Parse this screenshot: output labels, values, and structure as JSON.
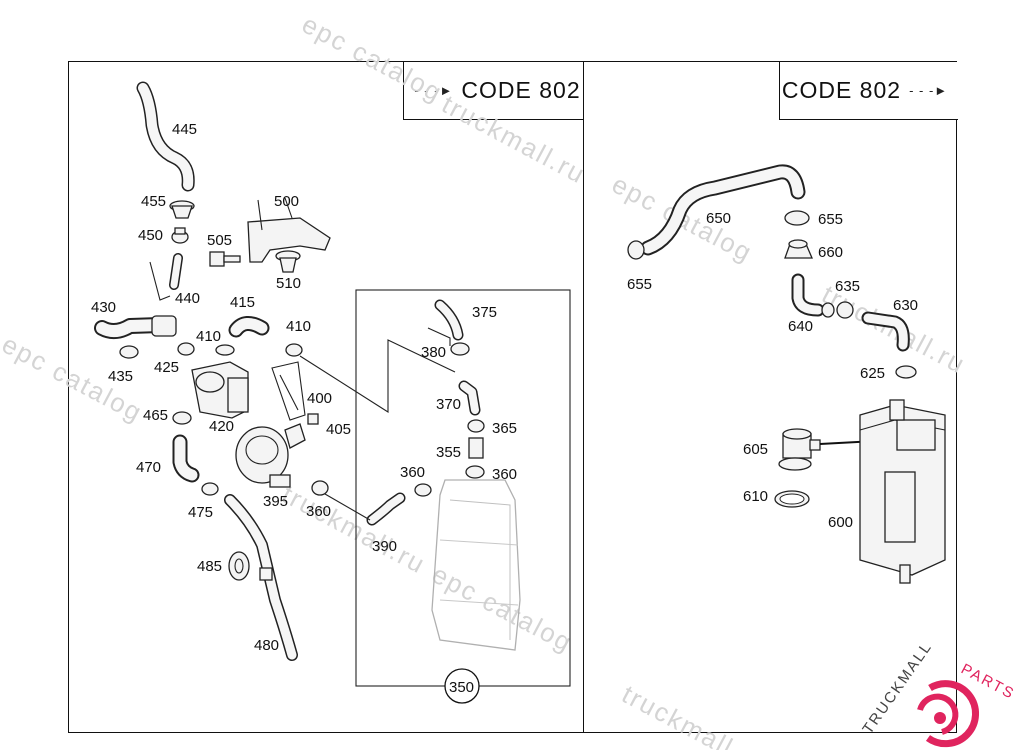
{
  "header": {
    "left_code": "CODE 802",
    "right_code": "CODE 802"
  },
  "watermark": {
    "text_a": "epc catalog",
    "text_b": "truckmall.ru"
  },
  "brand": {
    "text_a": "TRUCKMALL",
    "text_b": "PARTS",
    "color_dark": "#444444",
    "color_accent": "#e0245e"
  },
  "labels": {
    "p445": "445",
    "p455": "455",
    "p450": "450",
    "p505": "505",
    "p500": "500",
    "p510": "510",
    "p440": "440",
    "p430": "430",
    "p415": "415",
    "p410a": "410",
    "p410b": "410",
    "p435": "435",
    "p425": "425",
    "p375": "375",
    "p380": "380",
    "p400": "400",
    "p405": "405",
    "p465": "465",
    "p420": "420",
    "p370": "370",
    "p365": "365",
    "p355": "355",
    "p470": "470",
    "p360a": "360",
    "p360b": "360",
    "p360c": "360",
    "p395": "395",
    "p475": "475",
    "p390": "390",
    "p485": "485",
    "p480": "480",
    "p350": "350",
    "p650": "650",
    "p655a": "655",
    "p655b": "655",
    "p660": "660",
    "p635": "635",
    "p630": "630",
    "p640": "640",
    "p625": "625",
    "p605": "605",
    "p610": "610",
    "p600": "600"
  }
}
